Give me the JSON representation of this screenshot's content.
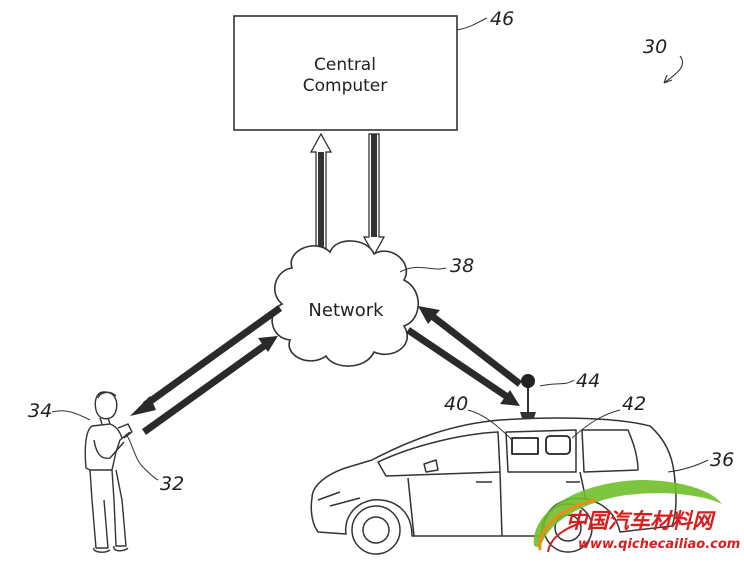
{
  "diagram": {
    "central_computer": {
      "line1": "Central",
      "line2": "Computer"
    },
    "network_label": "Network",
    "refs": {
      "system": "30",
      "central_computer": "46",
      "network": "38",
      "person": "34",
      "handheld_device": "32",
      "antenna": "44",
      "module_a": "40",
      "module_b": "42",
      "vehicle": "36"
    }
  },
  "watermark": {
    "brand": "中国汽车材料网",
    "url": "www.qichecailiao.com",
    "colors": {
      "green": "#6fbf2a",
      "orange": "#f08a1c",
      "red": "#d81e1e"
    }
  }
}
